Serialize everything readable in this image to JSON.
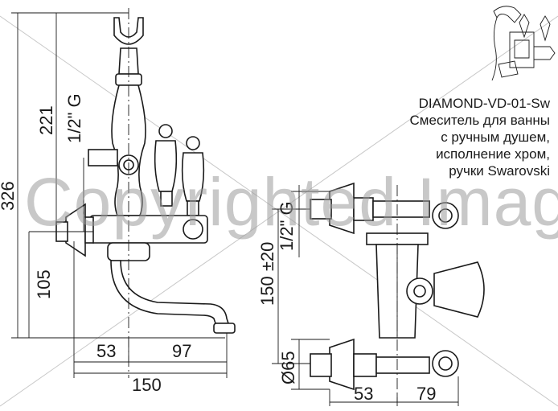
{
  "product": {
    "model": "DIAMOND-VD-01-Sw",
    "description_lines": [
      "Смеситель для ванны",
      "с ручным душем,",
      "исполнение хром,",
      "ручки Swarovski"
    ]
  },
  "watermark": "Copyrighted Image",
  "dimensions": {
    "left_view": {
      "height_total": "326",
      "height_upper": "221",
      "thread": "1/2\" G",
      "height_lower": "105",
      "width_left": "53",
      "width_right": "97",
      "width_total": "150"
    },
    "right_view": {
      "thread": "1/2\" G",
      "center_distance": "150 ±20",
      "diameter": "Ø65",
      "width_left": "53",
      "width_right": "79"
    }
  }
}
